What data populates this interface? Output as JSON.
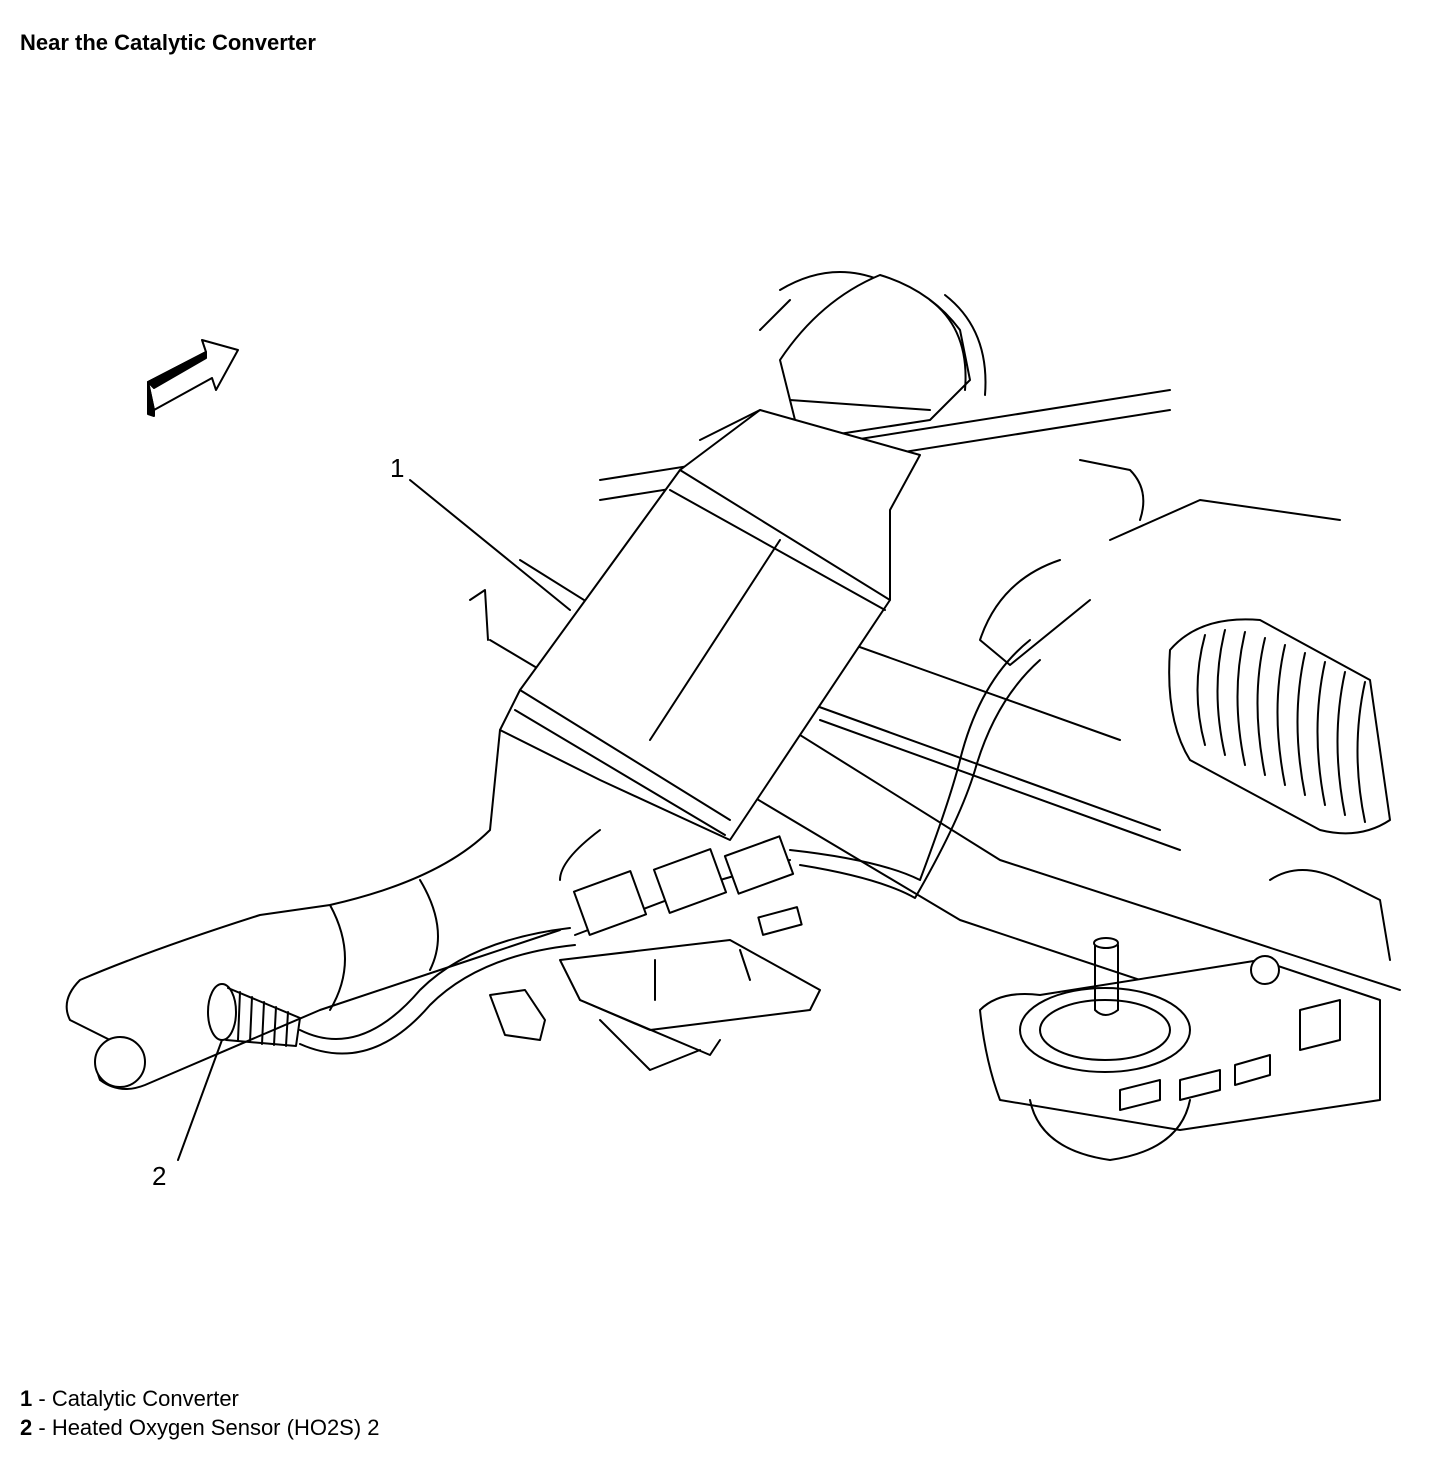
{
  "title": "Near the Catalytic Converter",
  "callouts": [
    {
      "number": "1"
    },
    {
      "number": "2"
    }
  ],
  "legend": [
    {
      "number": "1",
      "sep": " - ",
      "text": "Catalytic Converter"
    },
    {
      "number": "2",
      "sep": " - ",
      "text": "Heated Oxygen Sensor (HO2S) 2"
    }
  ]
}
